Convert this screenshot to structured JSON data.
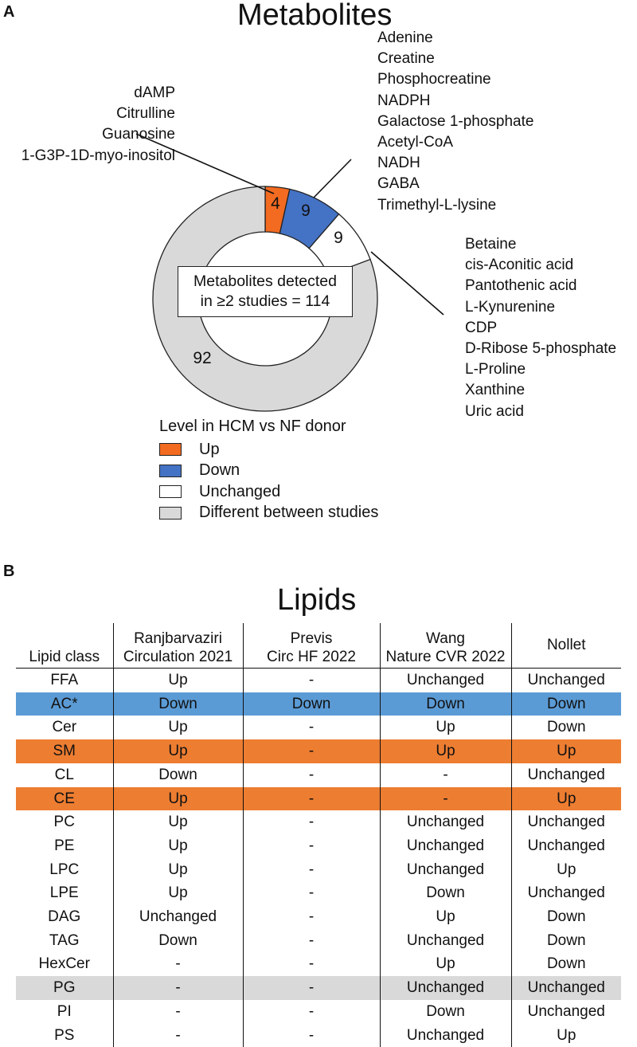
{
  "panel_a": {
    "letter": "A",
    "title": "Metabolites",
    "chart_data": {
      "type": "pie",
      "slices": [
        {
          "label": "Up",
          "value": 4,
          "color": "#f26b21"
        },
        {
          "label": "Down",
          "value": 9,
          "color": "#4472c4"
        },
        {
          "label": "Unchanged",
          "value": 9,
          "color": "#ffffff"
        },
        {
          "label": "Different between studies",
          "value": 92,
          "color": "#d9d9d9"
        }
      ],
      "center_text": [
        "Metabolites detected",
        "in ≥2 studies = 114"
      ]
    },
    "up_metabolites": [
      "dAMP",
      "Citrulline",
      "Guanosine",
      "1-G3P-1D-myo-inositol"
    ],
    "down_metabolites": [
      "Adenine",
      "Creatine",
      "Phosphocreatine",
      "NADPH",
      "Galactose 1-phosphate",
      "Acetyl-CoA",
      "NADH",
      "GABA",
      "Trimethyl-L-lysine"
    ],
    "unchanged_metabolites": [
      "Betaine",
      "cis-Aconitic acid",
      "Pantothenic acid",
      "L-Kynurenine",
      "CDP",
      "D-Ribose 5-phosphate",
      "L-Proline",
      "Xanthine",
      "Uric acid"
    ],
    "legend": {
      "title": "Level in HCM vs NF donor",
      "items": [
        {
          "label": "Up",
          "color": "#f26b21"
        },
        {
          "label": "Down",
          "color": "#4472c4"
        },
        {
          "label": "Unchanged",
          "color": "#ffffff"
        },
        {
          "label": "Different between studies",
          "color": "#d9d9d9"
        }
      ]
    }
  },
  "panel_b": {
    "letter": "B",
    "title": "Lipids",
    "chart_data": {
      "type": "table",
      "columns": [
        [
          "Lipid class"
        ],
        [
          "Ranjbarvaziri",
          "Circulation 2021"
        ],
        [
          "Previs",
          "Circ HF 2022"
        ],
        [
          "Wang",
          "Nature CVR 2022"
        ],
        [
          "Nollet"
        ]
      ],
      "rows": [
        {
          "cells": [
            "FFA",
            "Up",
            "-",
            "Unchanged",
            "Unchanged"
          ],
          "highlight": ""
        },
        {
          "cells": [
            "AC*",
            "Down",
            "Down",
            "Down",
            "Down"
          ],
          "highlight": "#5b9bd5"
        },
        {
          "cells": [
            "Cer",
            "Up",
            "-",
            "Up",
            "Down"
          ],
          "highlight": ""
        },
        {
          "cells": [
            "SM",
            "Up",
            "-",
            "Up",
            "Up"
          ],
          "highlight": "#ed7d31"
        },
        {
          "cells": [
            "CL",
            "Down",
            "-",
            "-",
            "Unchanged"
          ],
          "highlight": ""
        },
        {
          "cells": [
            "CE",
            "Up",
            "-",
            "-",
            "Up"
          ],
          "highlight": "#ed7d31"
        },
        {
          "cells": [
            "PC",
            "Up",
            "-",
            "Unchanged",
            "Unchanged"
          ],
          "highlight": ""
        },
        {
          "cells": [
            "PE",
            "Up",
            "-",
            "Unchanged",
            "Unchanged"
          ],
          "highlight": ""
        },
        {
          "cells": [
            "LPC",
            "Up",
            "-",
            "Unchanged",
            "Up"
          ],
          "highlight": ""
        },
        {
          "cells": [
            "LPE",
            "Up",
            "-",
            "Down",
            "Unchanged"
          ],
          "highlight": ""
        },
        {
          "cells": [
            "DAG",
            "Unchanged",
            "-",
            "Up",
            "Down"
          ],
          "highlight": ""
        },
        {
          "cells": [
            "TAG",
            "Down",
            "-",
            "Unchanged",
            "Down"
          ],
          "highlight": ""
        },
        {
          "cells": [
            "HexCer",
            "-",
            "-",
            "Up",
            "Down"
          ],
          "highlight": ""
        },
        {
          "cells": [
            "PG",
            "-",
            "-",
            "Unchanged",
            "Unchanged"
          ],
          "highlight": "#d9d9d9"
        },
        {
          "cells": [
            "PI",
            "-",
            "-",
            "Down",
            "Unchanged"
          ],
          "highlight": ""
        },
        {
          "cells": [
            "PS",
            "-",
            "-",
            "Unchanged",
            "Up"
          ],
          "highlight": ""
        }
      ]
    }
  }
}
